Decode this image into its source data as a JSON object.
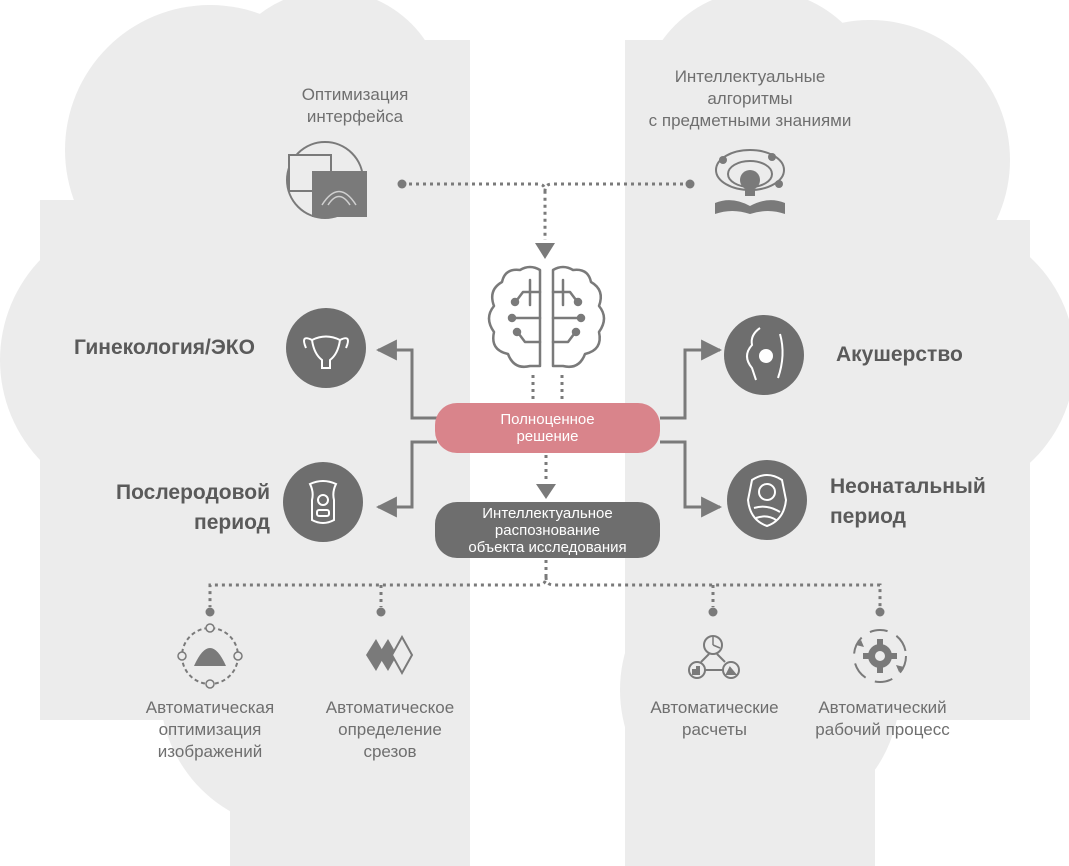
{
  "top_labels": {
    "interface_optimization": "Оптимизация\nинтерфейса",
    "smart_algorithms": "Интеллектуальные\nалгоритмы\nс предметными знаниями"
  },
  "center": {
    "complete_solution": "Полноценное\nрешение",
    "object_recognition": "Интеллектуальное\nраспознование\nобъекта исследования"
  },
  "categories": {
    "gynecology": "Гинекология/ЭКО",
    "obstetrics": "Акушерство",
    "postpartum": "Послеродовой\nпериод",
    "neonatal": "Неонатальный\nпериод"
  },
  "bottom_labels": {
    "auto_image_opt": "Автоматическая\nоптимизация\nизображений",
    "auto_slice_detect": "Автоматическое\nопределение\nсрезов",
    "auto_calc": "Автоматические\nрасчеты",
    "auto_workflow": "Автоматический\nрабочий процесс"
  },
  "colors": {
    "cloud": "#ececec",
    "circle": "#6e6e6e",
    "accent_pill": "#d9848b",
    "dark_pill": "#6e6e6e",
    "connector": "#7a7a7a"
  }
}
